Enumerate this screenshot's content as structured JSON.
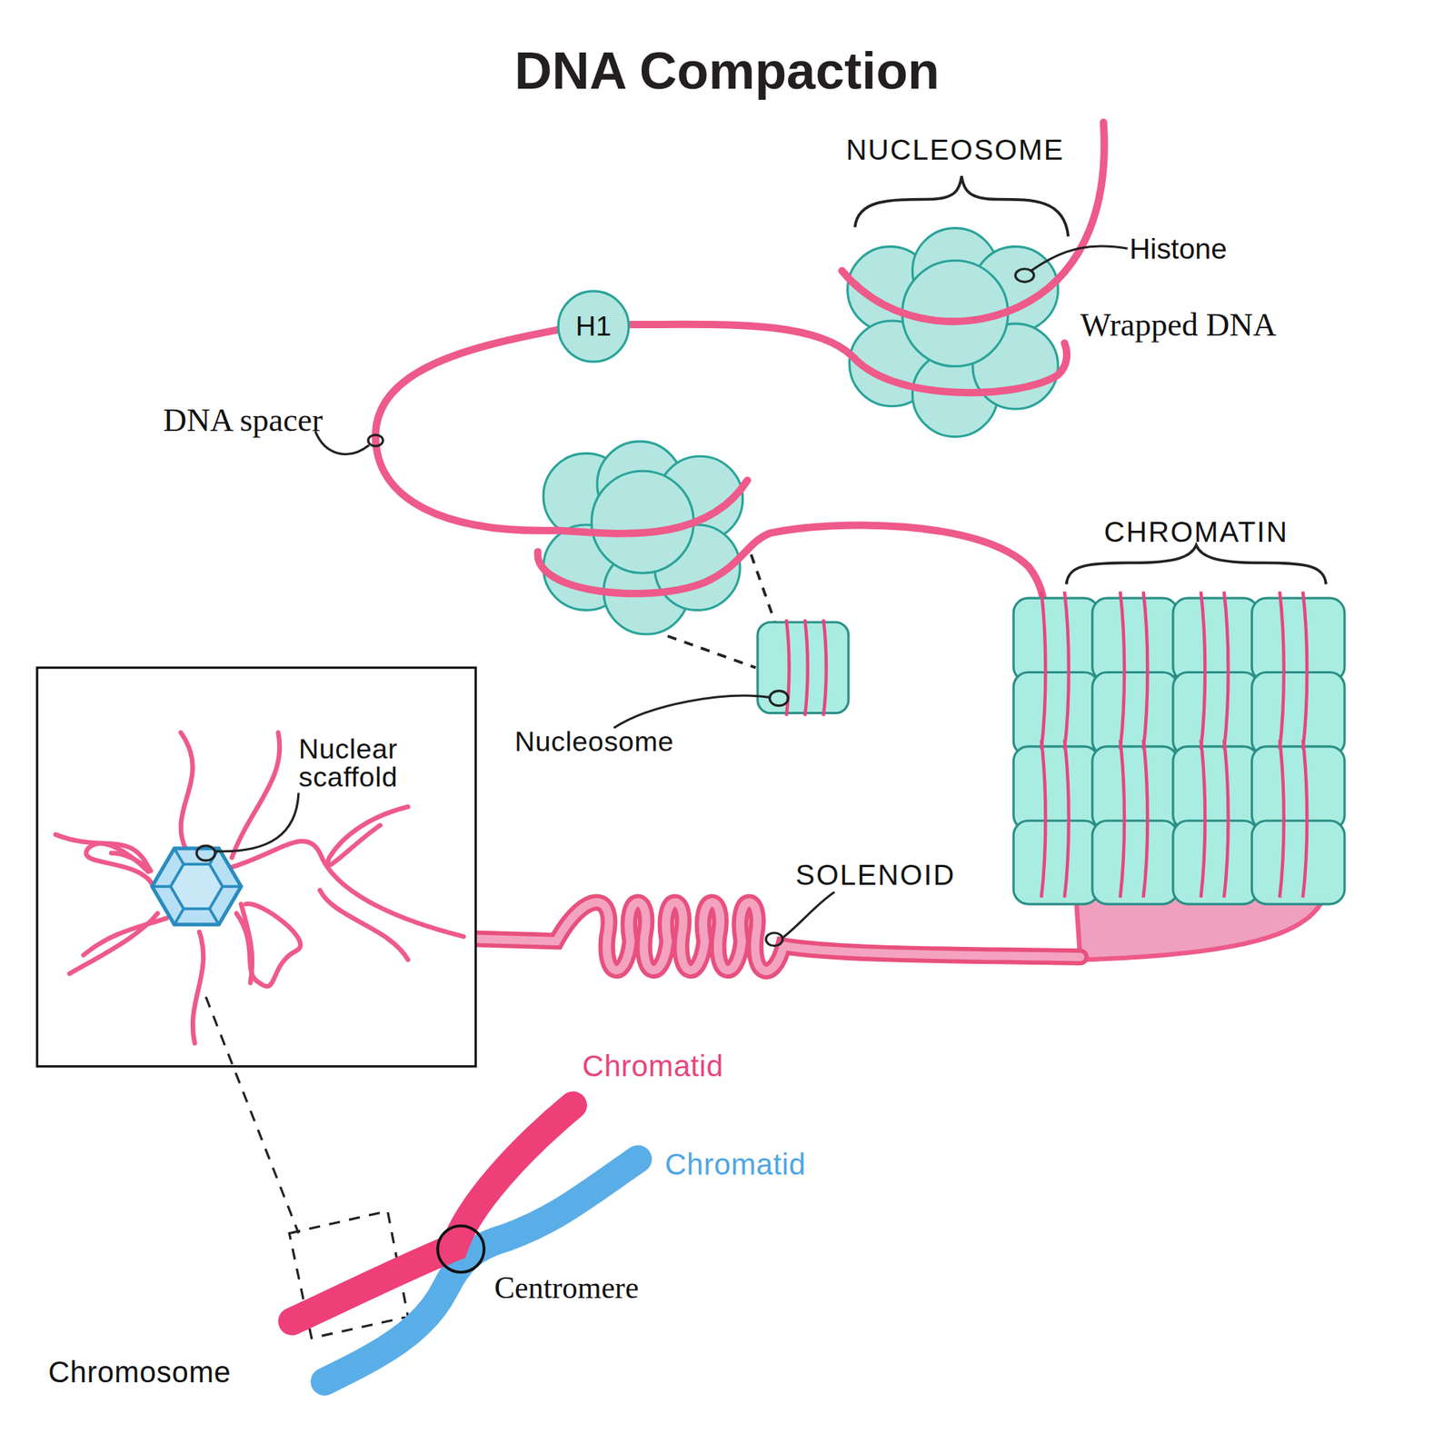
{
  "diagram": {
    "title": "DNA Compaction",
    "nodes": [
      {
        "text": [
          "H1"
        ]
      }
    ],
    "labels": [
      "NUCLEOSOME",
      "Histone",
      "Wrapped DNA",
      "DNA spacer",
      "CHROMATIN",
      "Nucleosome",
      "Nuclear scaffold",
      "SOLENOID",
      "Chromatid",
      "Chromatid",
      "Centromere",
      "Chromosome"
    ]
  }
}
